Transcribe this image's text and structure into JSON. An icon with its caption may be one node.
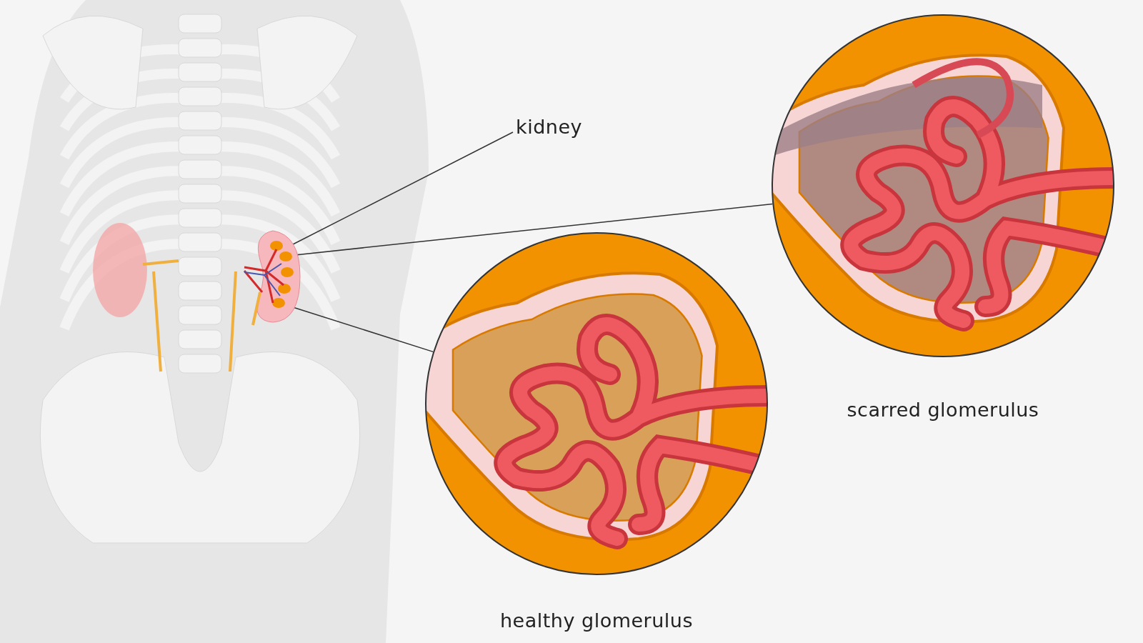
{
  "diagram": {
    "nodes": [
      {
        "text": [
          "kidney"
        ]
      },
      {
        "text": [],
        "shape": "picture"
      },
      {
        "text": [
          "scarred glomerulus"
        ]
      },
      {
        "text": [
          "healthy glomerulus"
        ]
      }
    ],
    "edges": [
      {
        "from": 0,
        "to": 1,
        "arrow": "none"
      },
      {
        "from": 1,
        "to": 2,
        "arrow": "none"
      },
      {
        "from": 1,
        "to": 3,
        "arrow": "none"
      }
    ]
  }
}
